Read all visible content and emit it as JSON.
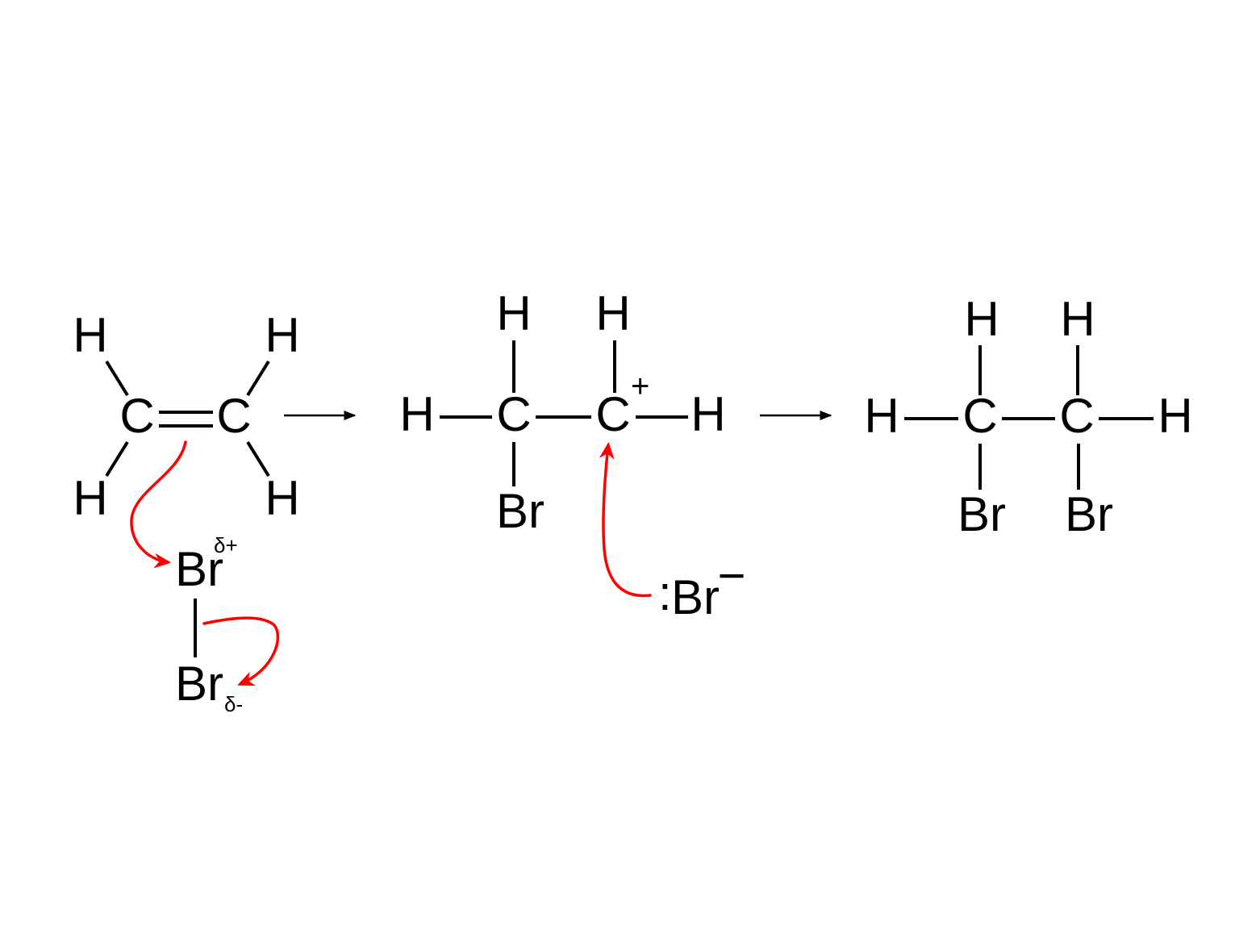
{
  "atoms": {
    "h": "H",
    "c": "C",
    "br": "Br"
  },
  "partial_charges": {
    "positive": "δ+",
    "negative": "δ-"
  },
  "charges": {
    "carbocation": "+",
    "bromide": "−",
    "lone_pair": ":"
  },
  "colors": {
    "structure": "#000000",
    "electron_arrow": "#ff0000"
  }
}
